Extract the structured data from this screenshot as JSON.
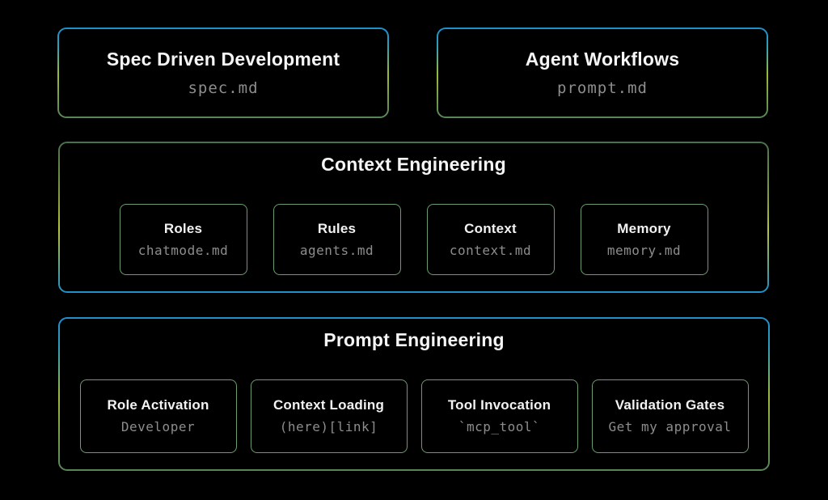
{
  "top_row": [
    {
      "title": "Spec Driven Development",
      "code": "spec.md"
    },
    {
      "title": "Agent Workflows",
      "code": "prompt.md"
    }
  ],
  "sections": [
    {
      "title": "Context Engineering",
      "items": [
        {
          "title": "Roles",
          "code": "chatmode.md"
        },
        {
          "title": "Rules",
          "code": "agents.md"
        },
        {
          "title": "Context",
          "code": "context.md"
        },
        {
          "title": "Memory",
          "code": "memory.md"
        }
      ]
    },
    {
      "title": "Prompt Engineering",
      "items": [
        {
          "title": "Role Activation",
          "code": "Developer"
        },
        {
          "title": "Context Loading",
          "code": "(here)[link]"
        },
        {
          "title": "Tool Invocation",
          "code": "`mcp_tool`"
        },
        {
          "title": "Validation Gates",
          "code": "Get my approval"
        }
      ]
    }
  ],
  "colors": {
    "background": "#000000",
    "border_gradient_blue": "#1d8fcb",
    "border_gradient_yellow_green": "#9dbb35",
    "border_gradient_green": "#55855a",
    "mini_card_border": "#6b9c70",
    "title_text": "#f5f5f5",
    "code_text": "#8d8d8d"
  }
}
